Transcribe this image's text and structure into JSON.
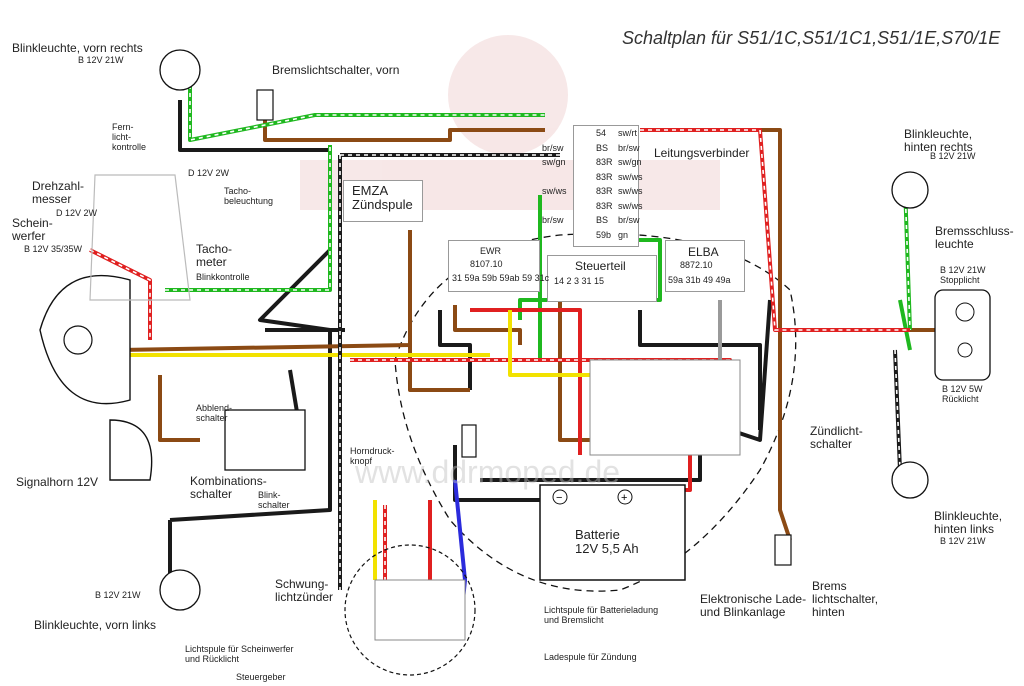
{
  "title": "Schaltplan für S51/1C,S51/1C1,S51/1E,S70/1E",
  "labels": {
    "blink_vr": "Blinkleuchte, vorn rechts",
    "blink_vr_spec": "B 12V 21W",
    "brems_vorn": "Bremslichtschalter, vorn",
    "fern_kontrolle": "Fern-\nlicht-\nkontrolle",
    "drehzahl": "Drehzahl-\nmesser",
    "d12v2w_a": "D 12V 2W",
    "d12v2w_b": "D 12V 2W",
    "tacho_bel": "Tacho-\nbeleuchtung",
    "schein": "Schein-\nwerfer",
    "schein_spec": "B 12V 35/35W",
    "tacho": "Tacho-\nmeter",
    "blinkkontrolle": "Blinkkontrolle",
    "emza": "EMZA\nZündspule",
    "ewr": "EWR",
    "ewr_num": "8107.10",
    "ewr_pins": "31 59a 59b 59ab 59 31c",
    "steuerteil": "Steuerteil",
    "steuer_pins": "14  2  3        31 15",
    "elba": "ELBA",
    "elba_num": "8872.10",
    "elba_pins": "59a 31b 49 49a",
    "leitungsverbinder": "Leitungsverbinder",
    "blink_hr": "Blinkleuchte,\nhinten rechts",
    "blink_hr_spec": "B 12V 21W",
    "bremsschluss": "Bremsschluss-\nleuchte",
    "stopp_spec": "B 12V 21W\nStopplicht",
    "rueck_spec": "B 12V 5W\nRücklicht",
    "abblend": "Abblend-\nschalter",
    "kombi": "Kombinations-\nschalter",
    "blinkschalter": "Blink-\nschalter",
    "horndruck": "Horndruck-\nknopf",
    "signalhorn": "Signalhorn 12V",
    "zuendlicht": "Zündlicht-\nschalter",
    "batterie": "Batterie\n12V 5,5 Ah",
    "blink_vl_spec": "B 12V 21W",
    "blink_vl": "Blinkleuchte, vorn links",
    "schwung": "Schwung-\nlichtzünder",
    "lichtspule_batt": "Lichtspule für Batterieladung\nund Bremslicht",
    "elektronische": "Elektronische Lade-\nund Blinkanlage",
    "brems_hinten": "Brems\nlichtschalter,\nhinten",
    "blink_hl": "Blinkleuchte,\nhinten links",
    "blink_hl_spec": "B 12V 21W",
    "lichtspule_schein": "Lichtspule für Scheinwerfer\nund Rücklicht",
    "ladespule": "Ladespule für Zündung",
    "steuergeber": "Steuergeber",
    "watermark": "www.ddrmoped.de"
  },
  "connector_rows": [
    {
      "left": "",
      "mid": "54",
      "right": "sw/rt"
    },
    {
      "left": "br/sw",
      "mid": "BS",
      "right": "br/sw"
    },
    {
      "left": "sw/gn",
      "mid": "83R",
      "right": "sw/gn"
    },
    {
      "left": "",
      "mid": "83R",
      "right": "sw/ws"
    },
    {
      "left": "sw/ws",
      "mid": "83R",
      "right": "sw/ws"
    },
    {
      "left": "",
      "mid": "83R",
      "right": "sw/ws"
    },
    {
      "left": "br/sw",
      "mid": "BS",
      "right": "br/sw"
    },
    {
      "left": "",
      "mid": "59b",
      "right": "gn"
    }
  ],
  "wire_colors": {
    "black": "#1a1a1a",
    "brown": "#8b4a14",
    "green": "#1fb81f",
    "red": "#e02020",
    "yellow": "#f2e200",
    "white": "#ffffff",
    "grey": "#9a9a9a",
    "blue": "#2b2bdc"
  }
}
